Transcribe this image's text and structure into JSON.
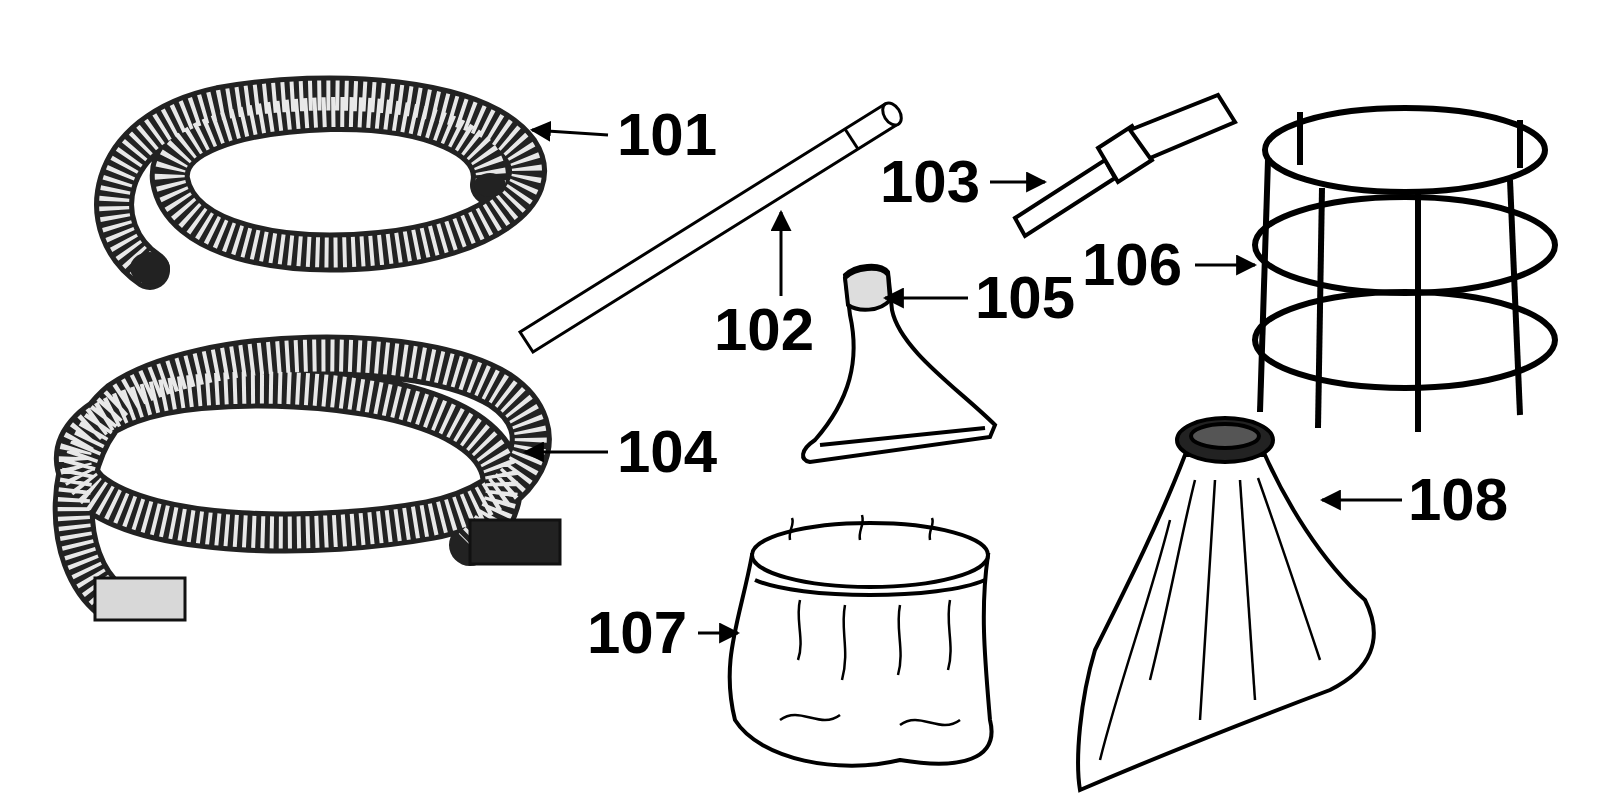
{
  "diagram": {
    "labels": [
      "101",
      "102",
      "103",
      "104",
      "105",
      "106",
      "107",
      "108"
    ]
  }
}
